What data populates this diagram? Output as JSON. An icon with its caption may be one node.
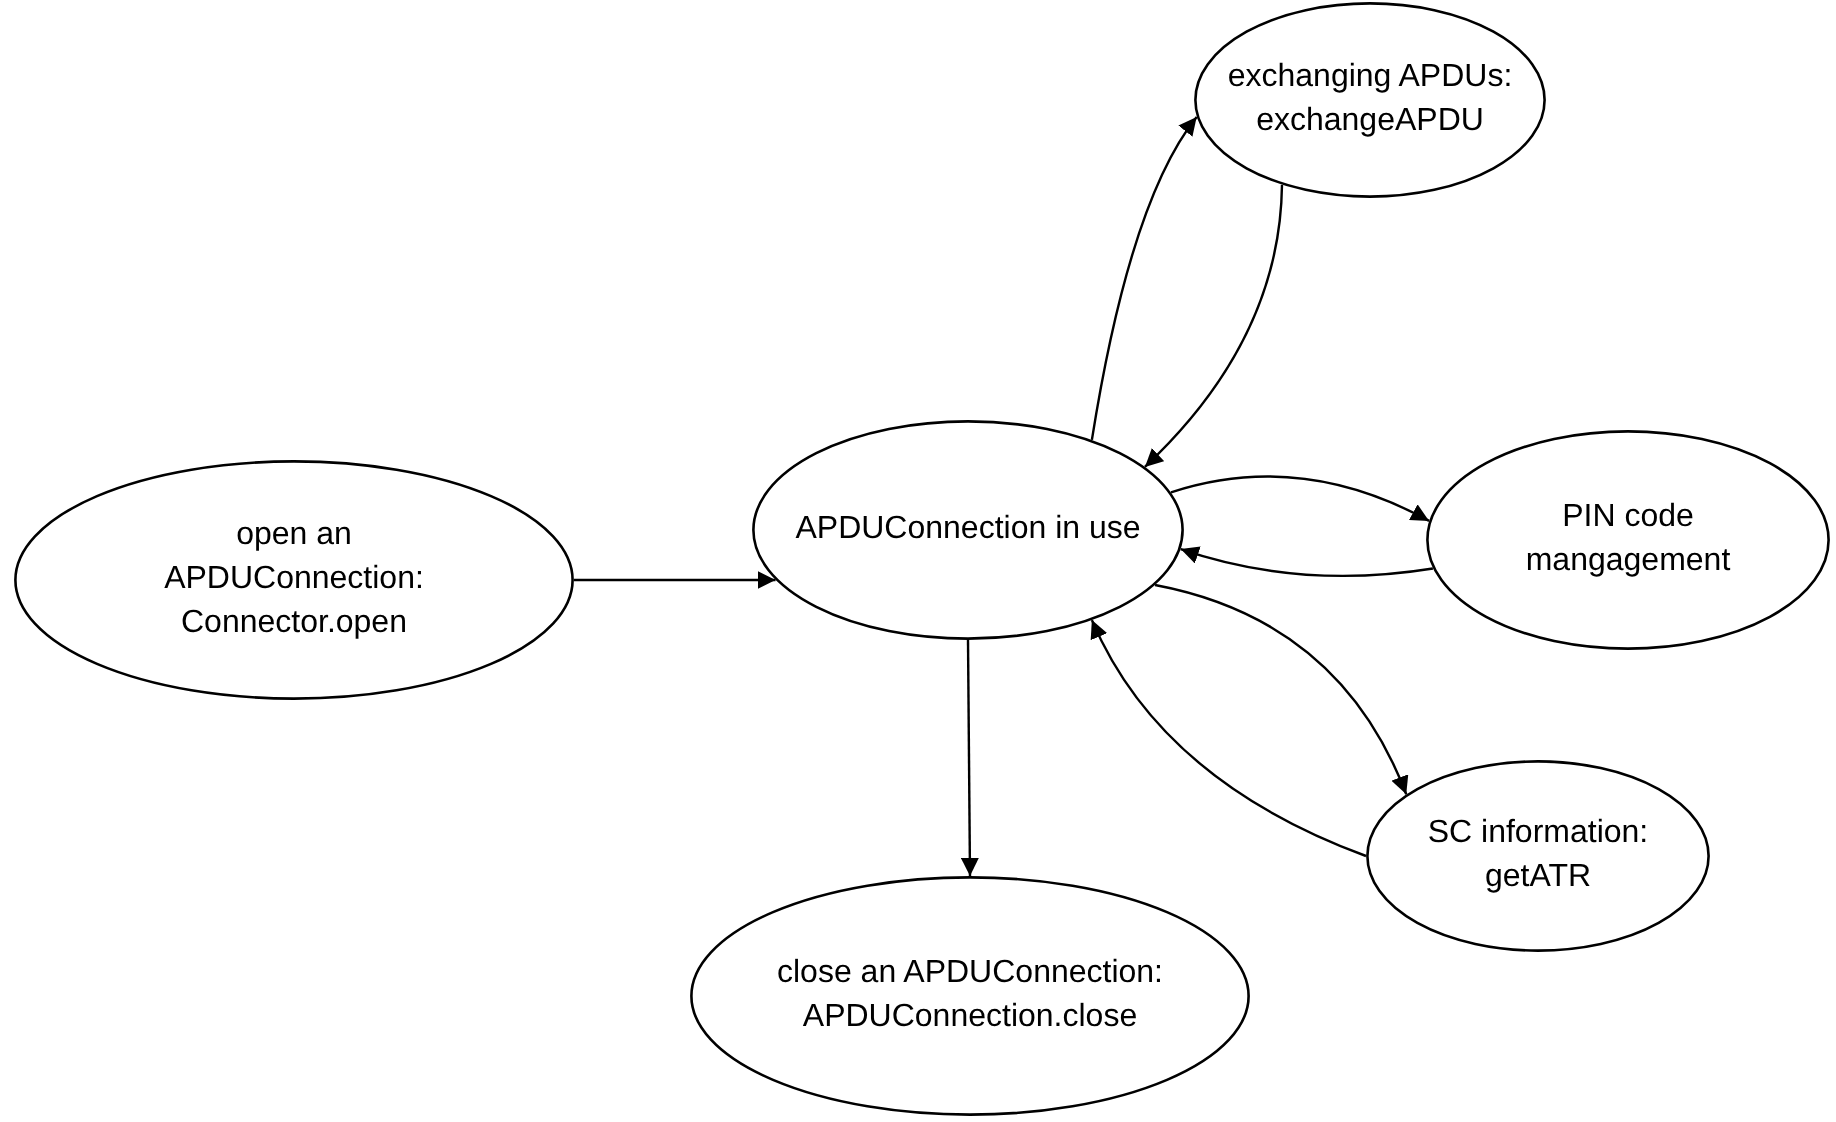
{
  "diagram": {
    "nodes": [
      {
        "text": [
          "open an APDUConnection: Connector.open"
        ]
      },
      {
        "text": [
          "APDUConnection in use"
        ]
      },
      {
        "text": [
          "exchanging APDUs: exchangeAPDU"
        ]
      },
      {
        "text": [
          "PIN code mangagement"
        ]
      },
      {
        "text": [
          "SC information: getATR"
        ]
      },
      {
        "text": [
          "close an APDUConnection: APDUConnection.close"
        ]
      }
    ],
    "edges": [
      {
        "from": 0,
        "to": 1,
        "arrow": "to"
      },
      {
        "from": 1,
        "to": 2,
        "arrow": "to"
      },
      {
        "from": 2,
        "to": 1,
        "arrow": "to"
      },
      {
        "from": 1,
        "to": 3,
        "arrow": "to"
      },
      {
        "from": 3,
        "to": 1,
        "arrow": "to"
      },
      {
        "from": 1,
        "to": 4,
        "arrow": "to"
      },
      {
        "from": 4,
        "to": 1,
        "arrow": "to"
      },
      {
        "from": 1,
        "to": 5,
        "arrow": "to"
      }
    ]
  }
}
